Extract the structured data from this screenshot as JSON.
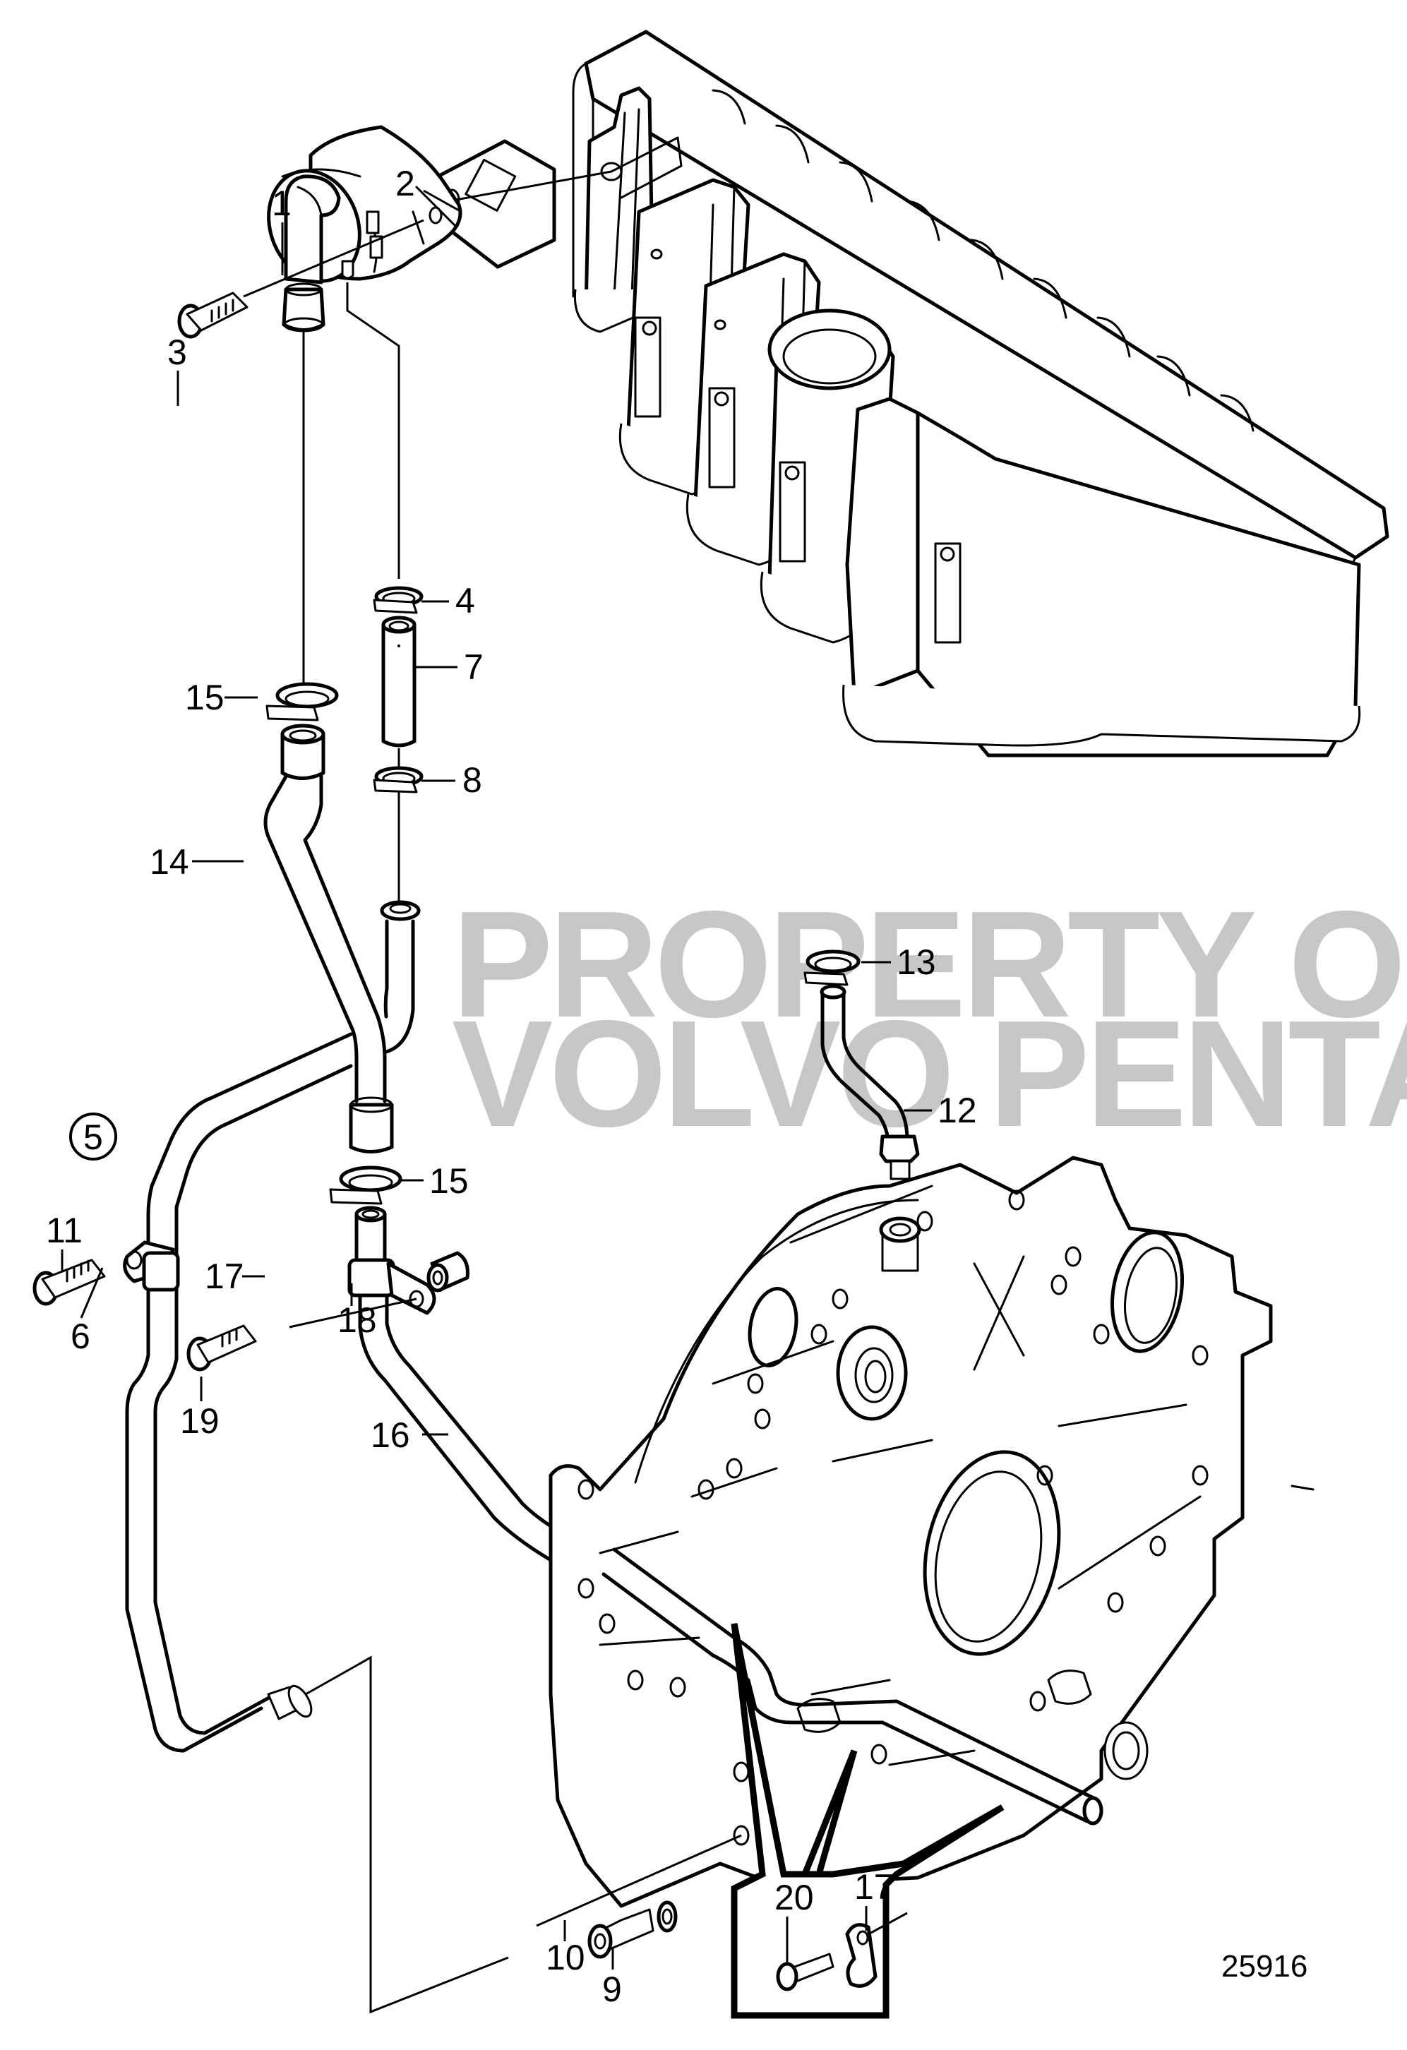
{
  "document": {
    "type": "exploded parts diagram",
    "reference_number": "25916"
  },
  "watermark": {
    "line1": "PROPERTY OF",
    "line2": "VOLVO PENTA"
  },
  "group_callout": {
    "number": "5",
    "encircled": true
  },
  "callouts": [
    {
      "id": "c1",
      "number": "1",
      "part": "oil-separator"
    },
    {
      "id": "c2",
      "number": "2",
      "part": "gasket"
    },
    {
      "id": "c3",
      "number": "3",
      "part": "flange-screw"
    },
    {
      "id": "c4",
      "number": "4",
      "part": "hose-clamp"
    },
    {
      "id": "c7",
      "number": "7",
      "part": "hose"
    },
    {
      "id": "c8",
      "number": "8",
      "part": "hose-clamp"
    },
    {
      "id": "c15a",
      "number": "15",
      "part": "hose-clamp"
    },
    {
      "id": "c14",
      "number": "14",
      "part": "hose"
    },
    {
      "id": "c13",
      "number": "13",
      "part": "hose-clamp"
    },
    {
      "id": "c12",
      "number": "12",
      "part": "hose-nipple"
    },
    {
      "id": "c15b",
      "number": "15",
      "part": "hose-clamp"
    },
    {
      "id": "c11",
      "number": "11",
      "part": "flange-screw"
    },
    {
      "id": "c6",
      "number": "6",
      "part": "clamp"
    },
    {
      "id": "c17a",
      "number": "17",
      "part": "clamp"
    },
    {
      "id": "c18",
      "number": "18",
      "part": "spacer"
    },
    {
      "id": "c19",
      "number": "19",
      "part": "flange-screw"
    },
    {
      "id": "c16",
      "number": "16",
      "part": "pipe"
    },
    {
      "id": "c9",
      "number": "9",
      "part": "nipple"
    },
    {
      "id": "c10",
      "number": "10",
      "part": "seal-washer"
    },
    {
      "id": "c20",
      "number": "20",
      "part": "flange-screw"
    },
    {
      "id": "c17b",
      "number": "17",
      "part": "clamp"
    }
  ],
  "components": {
    "valve_cover": "valve-cover",
    "flywheel_housing": "flywheel-housing",
    "return_pipe": "return-pipe",
    "detail_inset": "detail-inset"
  }
}
